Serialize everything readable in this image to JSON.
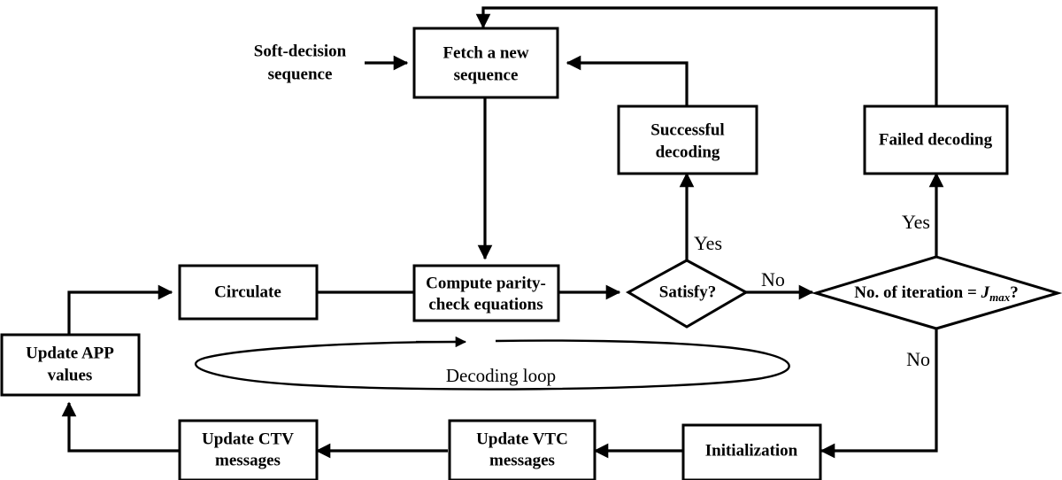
{
  "diagram": {
    "title": "LDPC iterative decoding flowchart",
    "colors": {
      "stroke": "#000000",
      "fill": "#ffffff",
      "background": "#ffffff"
    },
    "nodes": [
      {
        "id": "fetch",
        "type": "process",
        "label_line1": "Fetch a new",
        "label_line2": "sequence"
      },
      {
        "id": "successful",
        "type": "process",
        "label_line1": "Successful",
        "label_line2": "decoding"
      },
      {
        "id": "failed",
        "type": "process",
        "label_line1": "Failed decoding",
        "label_line2": ""
      },
      {
        "id": "circulate",
        "type": "process",
        "label_line1": "Circulate",
        "label_line2": ""
      },
      {
        "id": "compute",
        "type": "process",
        "label_line1": "Compute parity-",
        "label_line2": "check equations"
      },
      {
        "id": "updateapp",
        "type": "process",
        "label_line1": "Update APP",
        "label_line2": "values"
      },
      {
        "id": "updatectv",
        "type": "process",
        "label_line1": "Update CTV",
        "label_line2": "messages"
      },
      {
        "id": "updatevtc",
        "type": "process",
        "label_line1": "Update VTC",
        "label_line2": "messages"
      },
      {
        "id": "initialization",
        "type": "process",
        "label_line1": "Initialization",
        "label_line2": ""
      },
      {
        "id": "satisfy",
        "type": "decision",
        "label_line1": "Satisfy?",
        "label_line2": ""
      },
      {
        "id": "iteration",
        "type": "decision",
        "label_prefix": "No. of iteration = ",
        "label_var": "J",
        "label_sub": "max",
        "label_suffix": "?"
      }
    ],
    "free_labels": [
      {
        "id": "input-label",
        "line1": "Soft-decision",
        "line2": "sequence"
      }
    ],
    "branch_labels": [
      {
        "id": "satisfy-yes",
        "text": "Yes"
      },
      {
        "id": "satisfy-no",
        "text": "No"
      },
      {
        "id": "iteration-yes",
        "text": "Yes"
      },
      {
        "id": "iteration-no",
        "text": "No"
      }
    ],
    "loop_label": {
      "id": "decoding-loop",
      "text": "Decoding loop"
    }
  }
}
